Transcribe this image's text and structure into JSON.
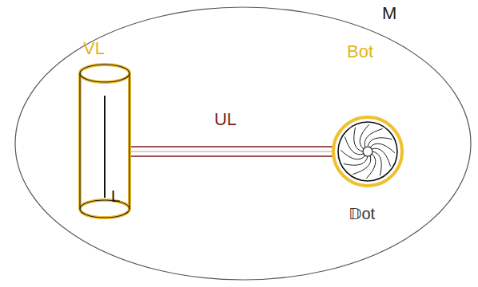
{
  "diagram": {
    "nodes": [
      {
        "text": [
          "M"
        ]
      },
      {
        "text": [
          "VL",
          "L"
        ],
        "in": 0
      },
      {
        "text": [
          "Bot"
        ],
        "in": 0
      }
    ],
    "edges": [
      {
        "from": 1,
        "to": 2,
        "arrow": "none",
        "label": "UL"
      }
    ],
    "labels": [
      "𝔻ot"
    ]
  }
}
